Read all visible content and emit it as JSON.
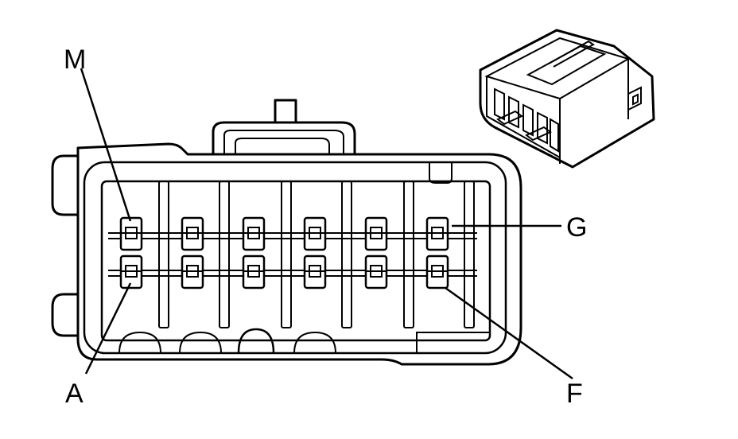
{
  "labels": {
    "top_left": "M",
    "bottom_left": "A",
    "top_right": "G",
    "bottom_right": "F"
  },
  "connector": {
    "columns": 6,
    "rows": 2
  }
}
